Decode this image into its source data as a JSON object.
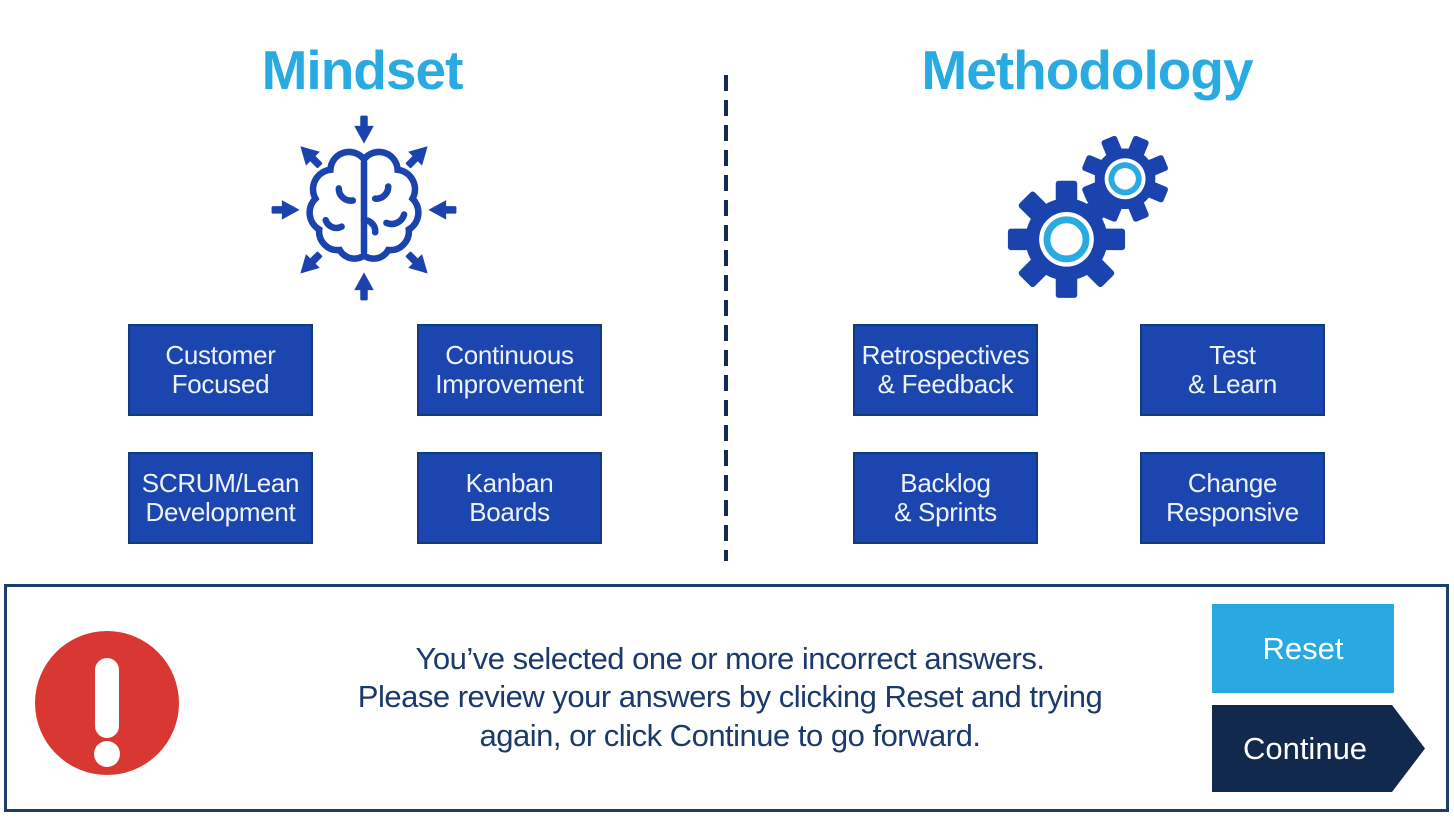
{
  "colors": {
    "accent_blue": "#29ABE2",
    "box_blue": "#1B46AF",
    "icon_blue": "#1A43AD",
    "navy": "#12294E",
    "message_navy": "#1B3A6B",
    "alert_red": "#D93832"
  },
  "mindset": {
    "title": "Mindset",
    "icon": "brain-arrows-icon",
    "boxes": [
      {
        "line1": "Customer",
        "line2": "Focused"
      },
      {
        "line1": "Continuous",
        "line2": "Improvement"
      },
      {
        "line1": "SCRUM/Lean",
        "line2": "Development"
      },
      {
        "line1": "Kanban",
        "line2": "Boards"
      }
    ]
  },
  "methodology": {
    "title": "Methodology",
    "icon": "gears-icon",
    "boxes": [
      {
        "line1": "Retrospectives",
        "line2": "& Feedback"
      },
      {
        "line1": "Test",
        "line2": "& Learn"
      },
      {
        "line1": "Backlog",
        "line2": "& Sprints"
      },
      {
        "line1": "Change",
        "line2": "Responsive"
      }
    ]
  },
  "feedback": {
    "icon": "alert-icon",
    "line1": "You’ve selected one or more incorrect answers.",
    "line2": "Please review your answers by clicking Reset and trying",
    "line3": "again, or click Continue to go forward.",
    "reset_label": "Reset",
    "continue_label": "Continue"
  }
}
